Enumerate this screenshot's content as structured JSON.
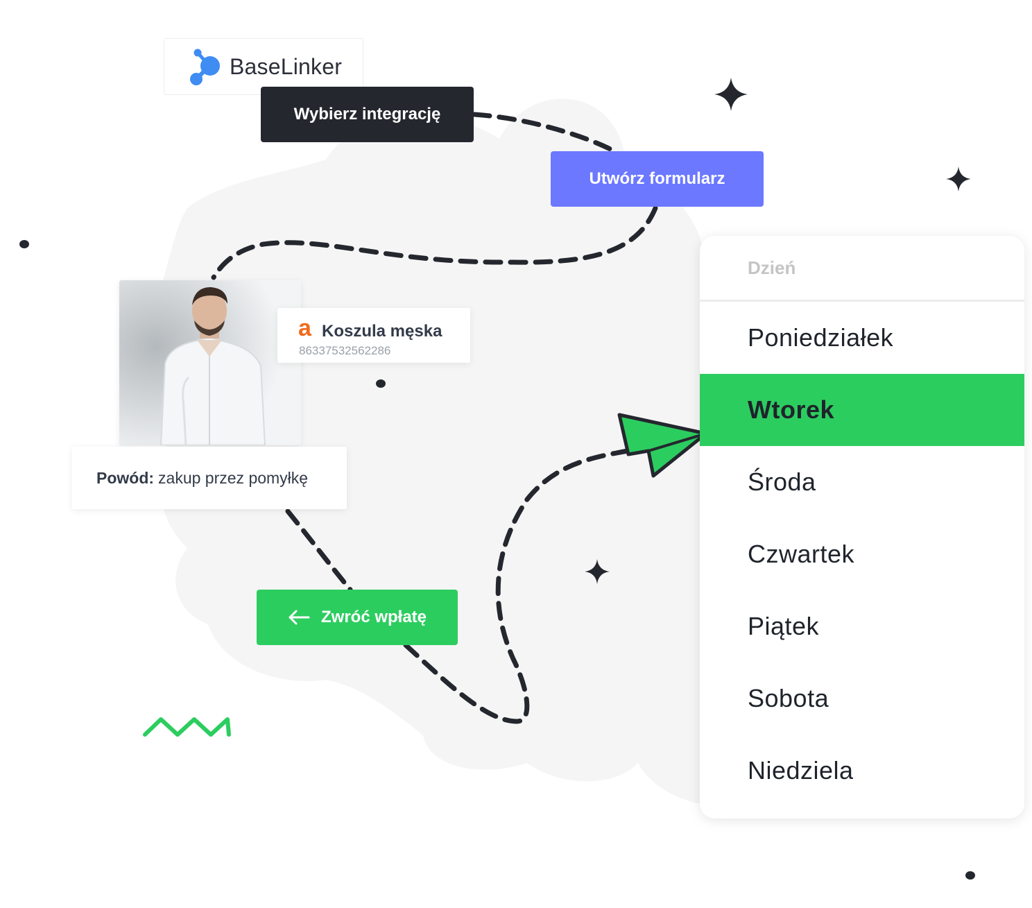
{
  "logo": {
    "brand": "BaseLinker"
  },
  "actions": {
    "choose_integration": "Wybierz integrację",
    "create_form": "Utwórz formularz",
    "refund": "Zwróć wpłatę"
  },
  "product": {
    "marketplace_icon": "amazon-a-icon",
    "marketplace_glyph": "a",
    "name": "Koszula męska",
    "code": "86337532562286"
  },
  "reason": {
    "label": "Powód:",
    "value": "zakup przez pomyłkę"
  },
  "day_picker": {
    "header": "Dzień",
    "selected": "Wtorek",
    "items": [
      "Poniedziałek",
      "Wtorek",
      "Środa",
      "Czwartek",
      "Piątek",
      "Sobota",
      "Niedziela"
    ]
  },
  "colors": {
    "green": "#2ccd5f",
    "blue": "#6b78ff",
    "dark": "#24272e",
    "amazon_orange": "#f26a1b",
    "blob": "#f5f5f5"
  }
}
